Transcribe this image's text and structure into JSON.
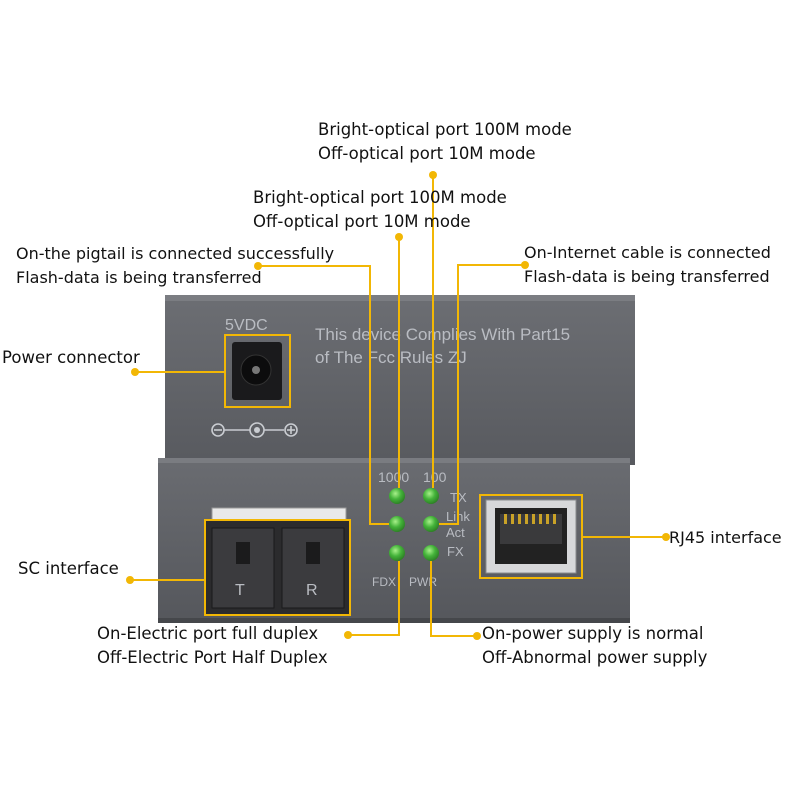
{
  "device": {
    "voltage_label": "5VDC",
    "notice_line1": "This device Complies With Part15",
    "notice_line2": "of The Fcc Rules ZJ",
    "polarity_symbol": "⊖-⊙-⊕",
    "led_header_1000": "1000",
    "led_header_100": "100",
    "led_tx": "TX",
    "led_link": "Link",
    "led_act": "Act",
    "led_fx": "FX",
    "led_fdx": "FDX",
    "led_pwr": "PWR",
    "sc_port_t": "T",
    "sc_port_r": "R",
    "led_color": "#44b33a",
    "accent_color": "#f2b705"
  },
  "callouts": {
    "top_optical_mode": {
      "line1": "Bright-optical port 100M mode",
      "line2": "Off-optical port 10M mode"
    },
    "mid_optical_mode": {
      "line1": "Bright-optical port 100M mode",
      "line2": "Off-optical port 10M mode"
    },
    "pigtail": {
      "line1": "On-the pigtail is connected successfully",
      "line2": "Flash-data is being transferred"
    },
    "internet": {
      "line1": "On-Internet cable is connected",
      "line2": "Flash-data is being transferred"
    },
    "power_connector": {
      "line1": "Power connector"
    },
    "rj45": {
      "line1": "RJ45 interface"
    },
    "sc": {
      "line1": "SC interface"
    },
    "duplex": {
      "line1": "On-Electric port full duplex",
      "line2": "Off-Electric Port Half Duplex"
    },
    "power_supply": {
      "line1": "On-power supply is normal",
      "line2": "Off-Abnormal power supply"
    }
  }
}
